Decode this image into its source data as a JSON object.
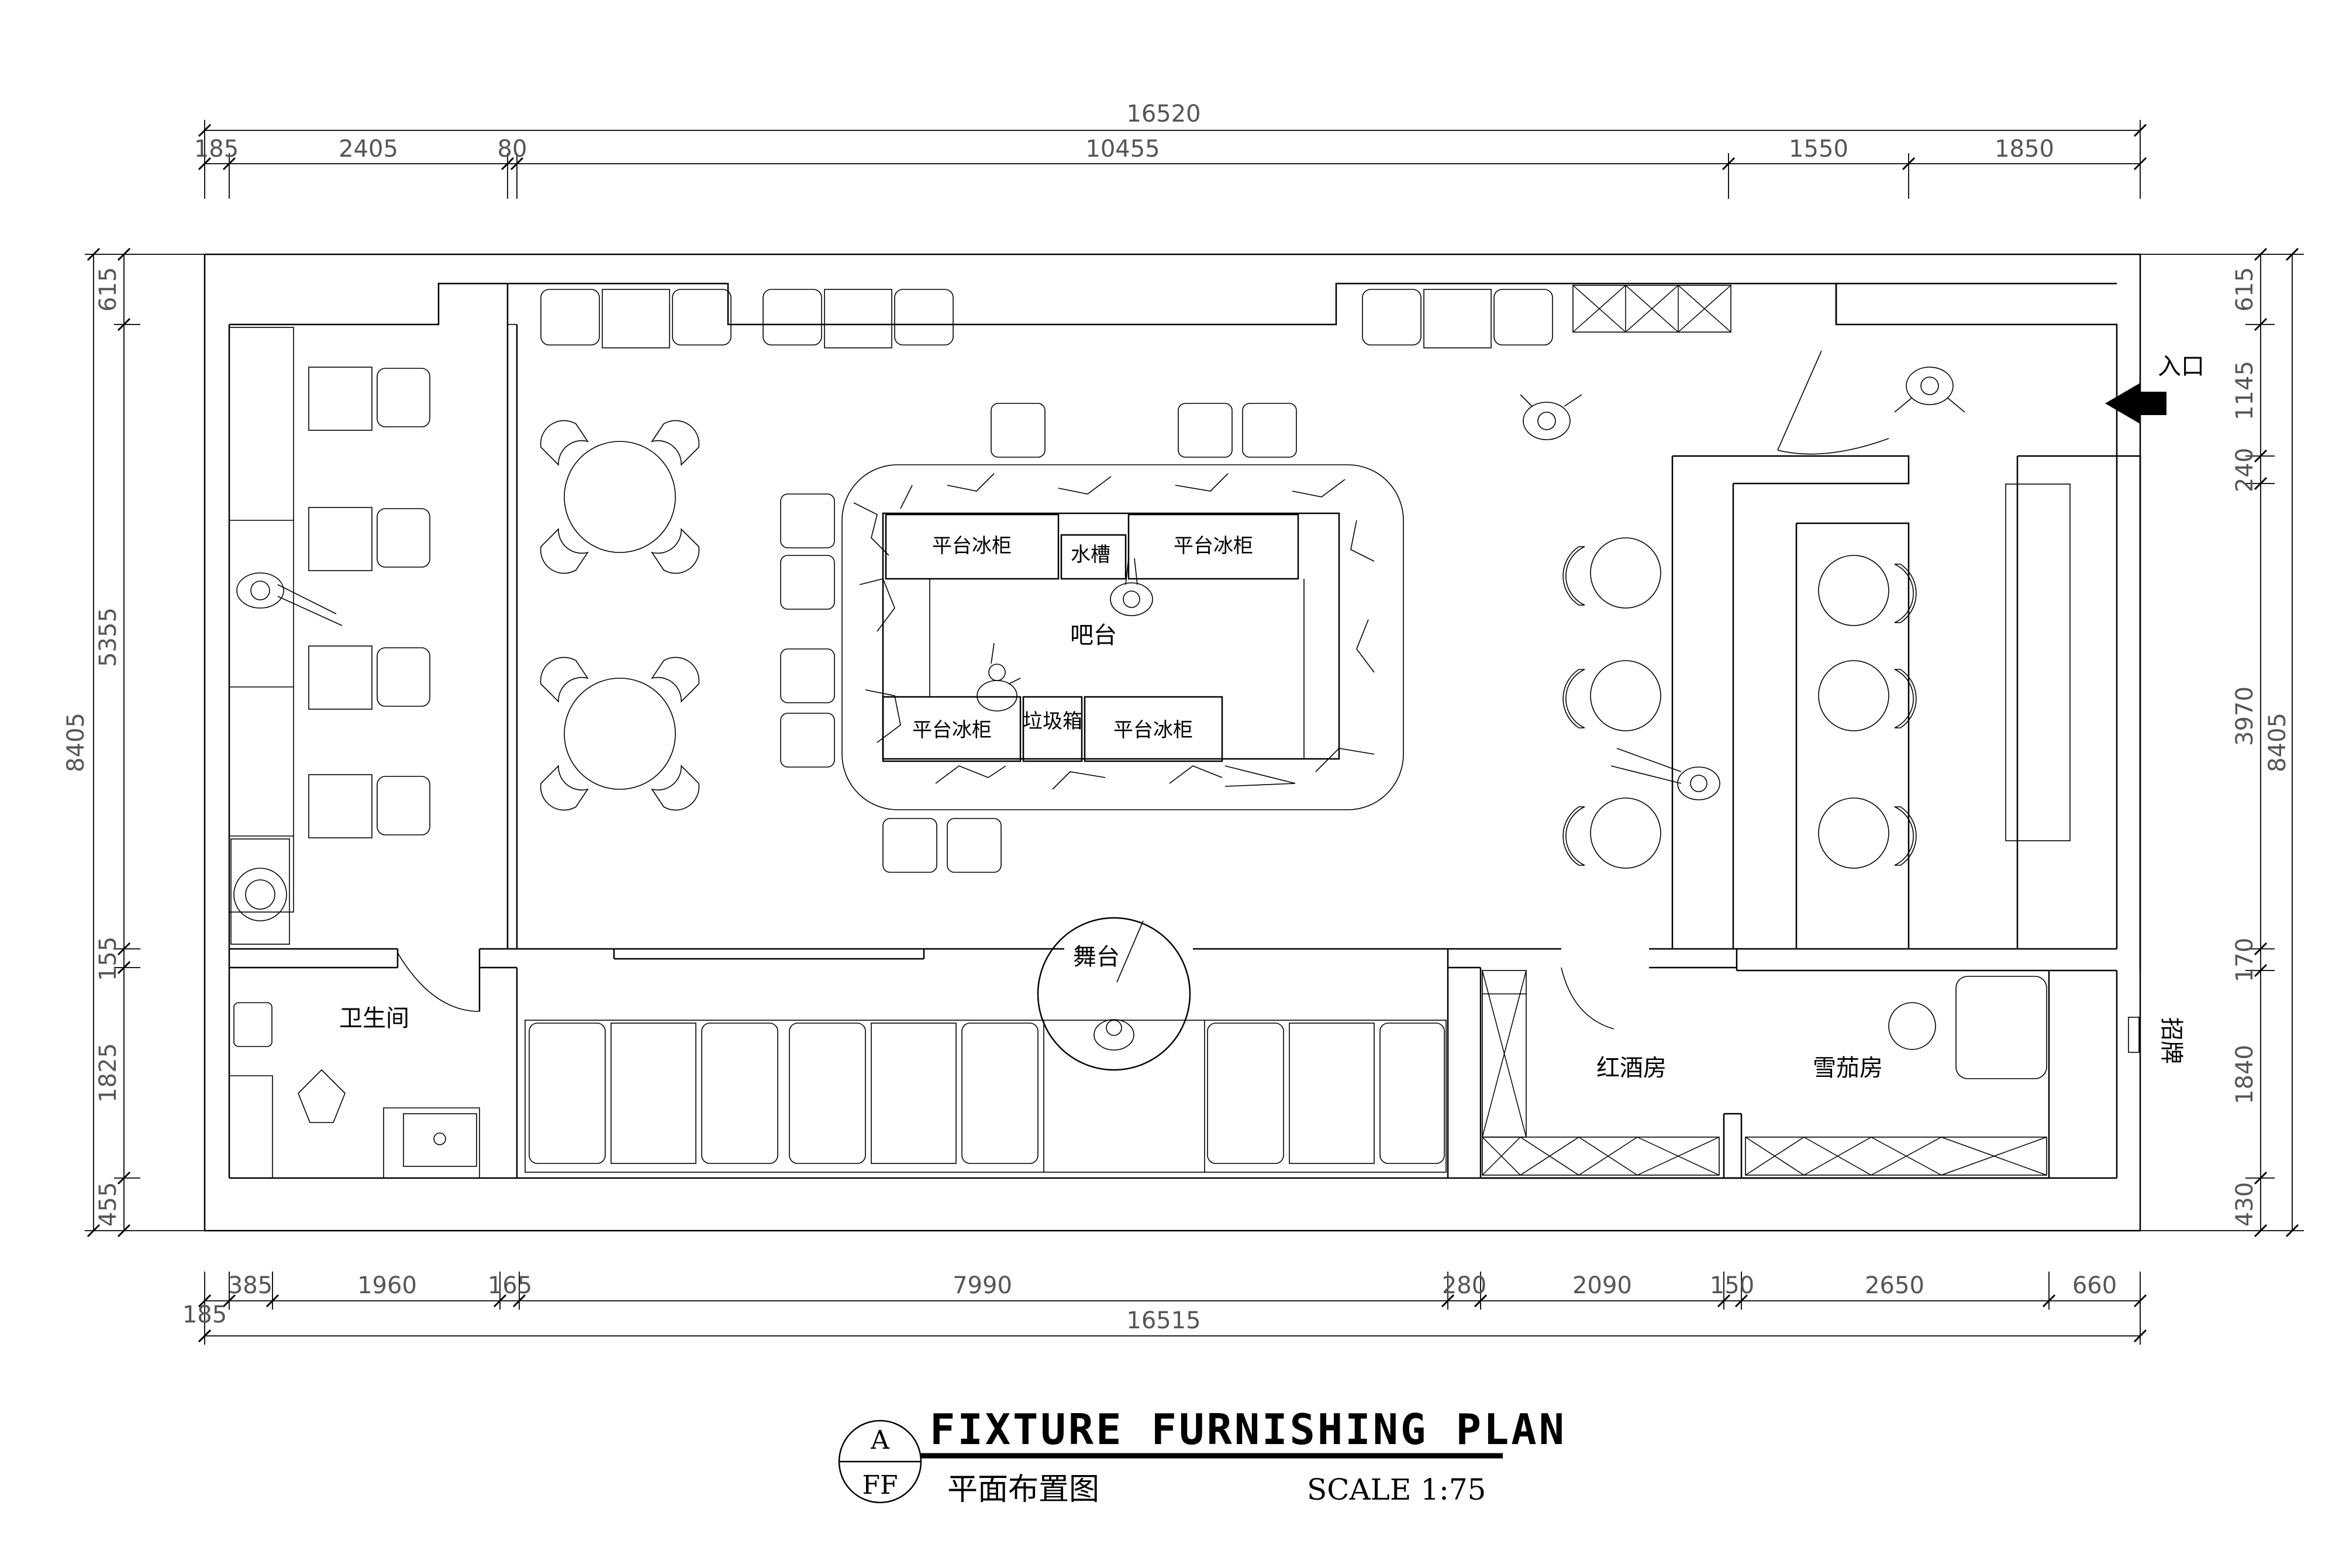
{
  "title": {
    "main": "FIXTURE FURNISHING PLAN",
    "sub": "平面布置图",
    "scale": "SCALE 1:75",
    "marker_top": "A",
    "marker_bottom": "FF"
  },
  "dims": {
    "top_total": "16520",
    "top": [
      "185",
      "2405",
      "80",
      "10455",
      "1550",
      "1850"
    ],
    "bottom": [
      "385",
      "1960",
      "165",
      "7990",
      "280",
      "2090",
      "150",
      "2650",
      "660"
    ],
    "bottom_left": "185",
    "bottom_total": "16515",
    "left_total": "8405",
    "left": [
      "615",
      "5355",
      "155",
      "1825",
      "455"
    ],
    "right_total": "8405",
    "right": [
      "615",
      "1145",
      "240",
      "3970",
      "170",
      "1840",
      "430"
    ]
  },
  "rooms": {
    "bar": "吧台",
    "stage": "舞台",
    "toilet": "卫生间",
    "wine_room": "红酒房",
    "cigar_room": "雪茄房",
    "entrance": "入口",
    "signboard": "招牌"
  },
  "bar_items": {
    "fridge": "平台冰柜",
    "sink": "水槽",
    "trash": "垃圾箱"
  },
  "colors": {
    "line": "#000000",
    "dimension_text": "#555555",
    "background": "#ffffff"
  }
}
